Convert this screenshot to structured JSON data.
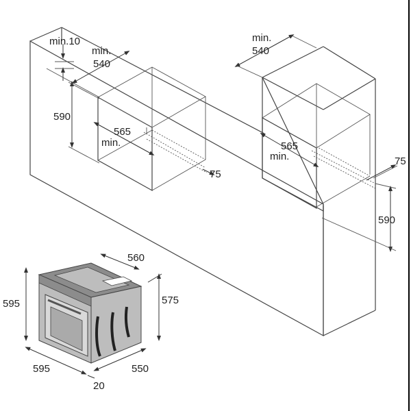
{
  "labels": {
    "min_10": "min.10",
    "left_min": "min.",
    "left_540": "540",
    "left_590": "590",
    "left_565": "565",
    "left_min_depth": "min.",
    "left_75": "75",
    "right_min": "min.",
    "right_540": "540",
    "right_565": "565",
    "right_min_depth": "min.",
    "right_75": "75",
    "right_590": "590",
    "oven_560": "560",
    "oven_595_h": "595",
    "oven_575": "575",
    "oven_595_w": "595",
    "oven_550": "550",
    "oven_20": "20"
  },
  "colors": {
    "line": "#444444",
    "shade_light": "#bdbdbd",
    "shade_mid": "#8c8c8c",
    "shade_dark": "#555555"
  }
}
